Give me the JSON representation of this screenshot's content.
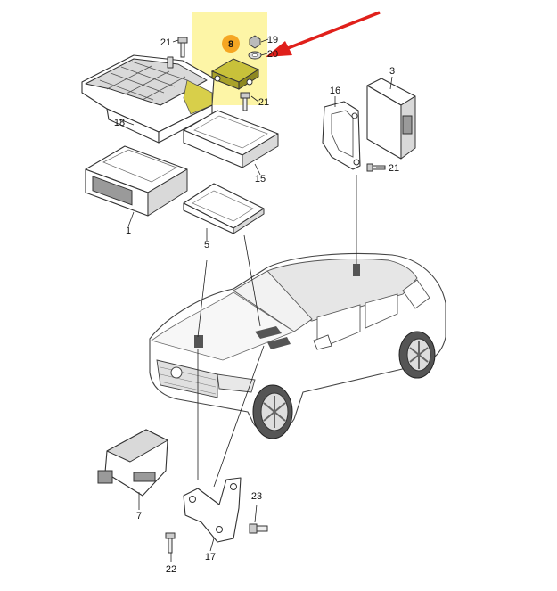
{
  "diagram": {
    "colors": {
      "highlight_box": "#fdf5a6",
      "highlight_part": "#c8c13a",
      "callout_circle": "#f5a623",
      "arrow": "#e0201b",
      "line": "#333333"
    },
    "labels": {
      "p1": "1",
      "p3": "3",
      "p5": "5",
      "p7": "7",
      "p8": "8",
      "p15": "15",
      "p16": "16",
      "p17": "17",
      "p18": "18",
      "p19": "19",
      "p20": "20",
      "p21a": "21",
      "p21b": "21",
      "p21c": "21",
      "p22": "22",
      "p23": "23"
    },
    "icons": [
      "red-arrow-icon",
      "screw-icon",
      "nut-icon",
      "washer-icon"
    ]
  }
}
